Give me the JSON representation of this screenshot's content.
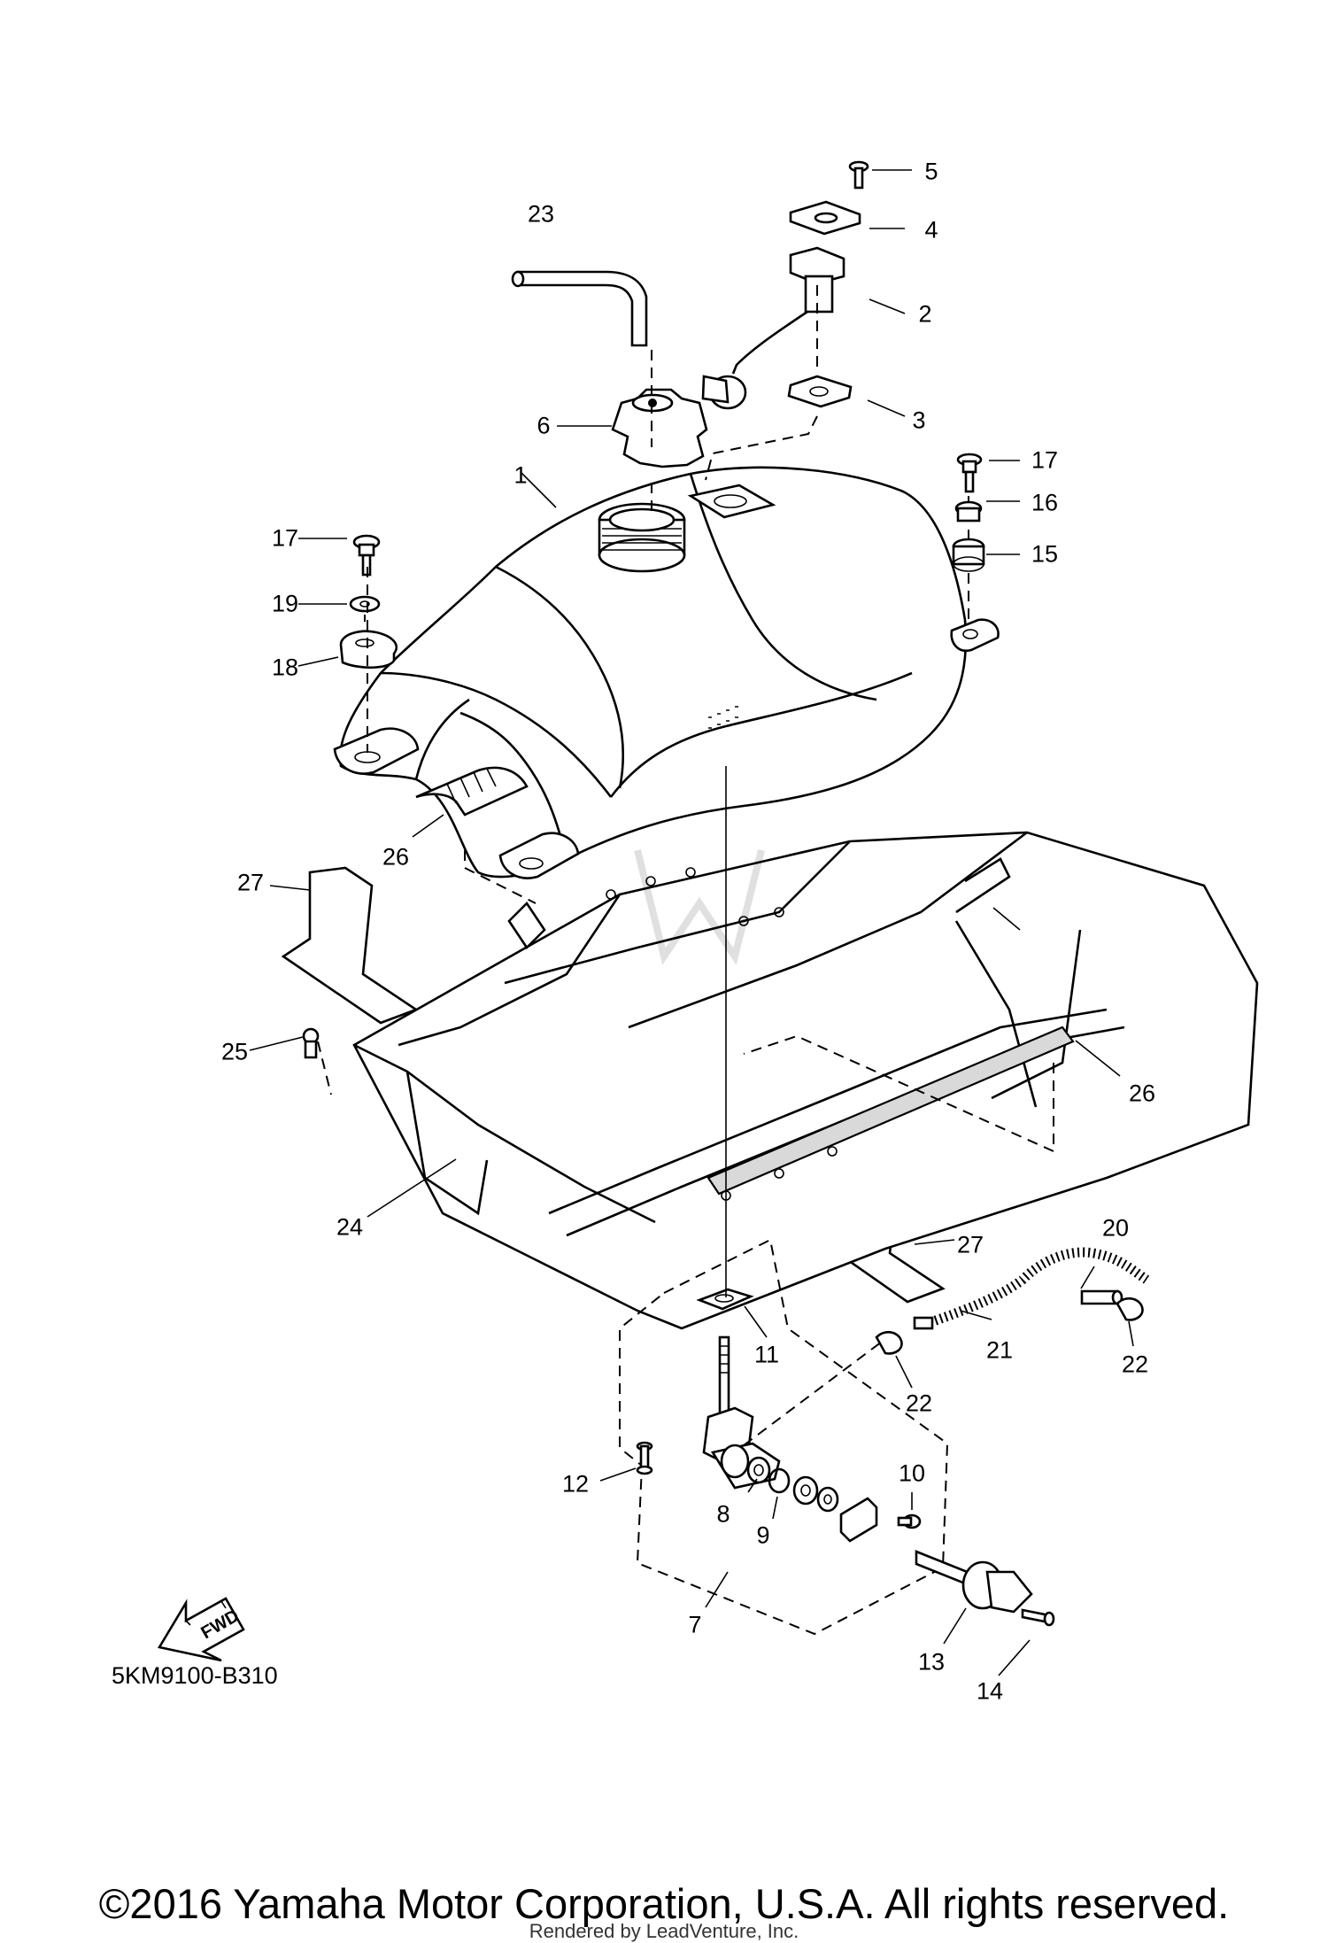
{
  "callouts": [
    {
      "label": "1"
    },
    {
      "label": "2"
    },
    {
      "label": "3"
    },
    {
      "label": "4"
    },
    {
      "label": "5"
    },
    {
      "label": "6"
    },
    {
      "label": "7"
    },
    {
      "label": "8"
    },
    {
      "label": "9"
    },
    {
      "label": "10"
    },
    {
      "label": "11"
    },
    {
      "label": "12"
    },
    {
      "label": "13"
    },
    {
      "label": "14"
    },
    {
      "label": "15"
    },
    {
      "label": "16"
    },
    {
      "label": "17"
    },
    {
      "label": "17"
    },
    {
      "label": "18"
    },
    {
      "label": "19"
    },
    {
      "label": "20"
    },
    {
      "label": "21"
    },
    {
      "label": "22"
    },
    {
      "label": "22"
    },
    {
      "label": "23"
    },
    {
      "label": "24"
    },
    {
      "label": "25"
    },
    {
      "label": "26"
    },
    {
      "label": "26"
    },
    {
      "label": "27"
    },
    {
      "label": "27"
    }
  ],
  "fwd_label": "FWD",
  "diagram_code": "5KM9100-B310",
  "copyright": "©2016 Yamaha Motor Corporation, U.S.A. All rights reserved.",
  "rendered_by": "Rendered by LeadVenture, Inc."
}
